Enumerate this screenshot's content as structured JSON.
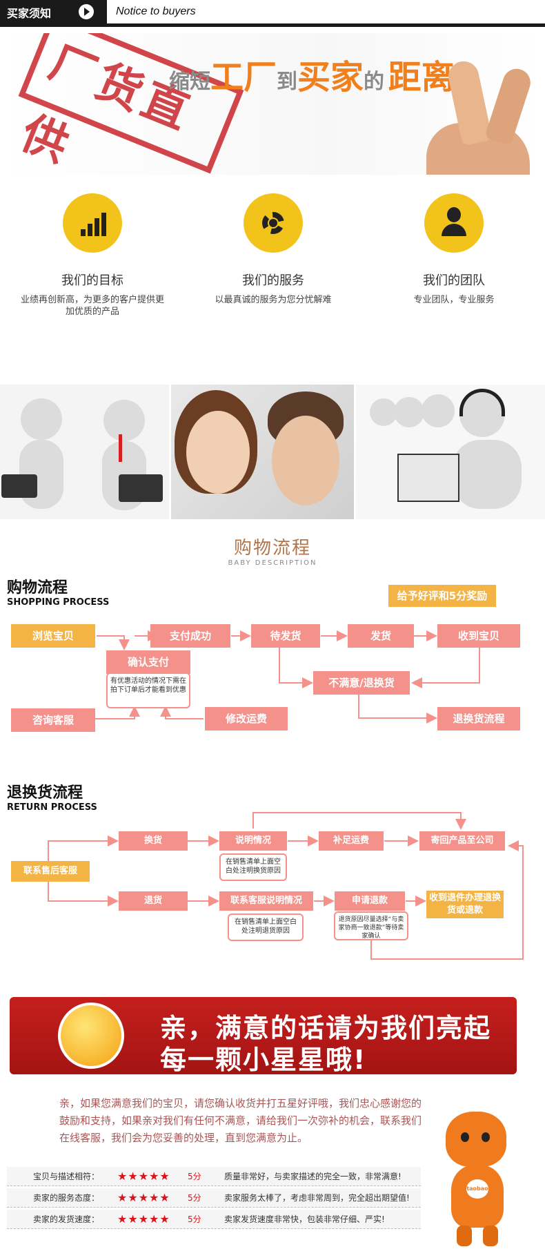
{
  "header": {
    "title": "买家须知",
    "subtitle": "Notice to buyers"
  },
  "banner": {
    "stamp_text": "厂货直供",
    "slogan": [
      "缩短",
      "工厂",
      "到",
      "买家",
      "的",
      "距离"
    ]
  },
  "values": [
    {
      "title": "我们的目标",
      "desc": "业绩再创新高，为更多的客户提供更加优质的产品",
      "icon": "bar-chart-icon"
    },
    {
      "title": "我们的服务",
      "desc": "以最真诚的服务为您分忧解难",
      "icon": "gear-icon"
    },
    {
      "title": "我们的团队",
      "desc": "专业团队，专业服务",
      "icon": "person-icon"
    }
  ],
  "section": {
    "title": "购物流程",
    "subtitle": "BABY DESCRIPTION"
  },
  "shopping": {
    "title": "购物流程",
    "subtitle": "SHOPPING PROCESS",
    "reward": "给予好评和5分奖励",
    "steps": {
      "browse": "浏览宝贝",
      "paid": "支付成功",
      "pending": "待发货",
      "shipped": "发货",
      "received": "收到宝贝",
      "confirm": "确认支付",
      "note": "有优惠活动的情况下需在拍下订单后才能看到优惠",
      "unhappy": "不满意/退换货",
      "consult": "咨询客服",
      "modify": "修改运费",
      "return_flow": "退换货流程"
    }
  },
  "returns": {
    "title": "退换货流程",
    "subtitle": "RETURN PROCESS",
    "contact": "联系售后客服",
    "exchange": "换货",
    "refund": "退货",
    "explain": "说明情况",
    "shipping_fee": "补足运费",
    "send_back": "寄回产品至公司",
    "contact_cs": "联系客服说明情况",
    "apply_refund": "申请退款",
    "receive_return": "收到退件办理退换货或退款",
    "note1": "在销售清单上面空白处注明换货原因",
    "note2": "在销售清单上面空白处注明退货原因",
    "note3": "退货原因尽量选择“与卖家协商一致退款”等待卖家确认"
  },
  "red_banner": {
    "line1": "亲，满意的话请为我们亮起",
    "line2": "每一颗小星星哦!"
  },
  "thanks": "亲，如果您满意我们的宝贝，请您确认收货并打五星好评哦，我们忠心感谢您的鼓励和支持，如果亲对我们有任何不满意，请给我们一次弥补的机会，联系我们在线客服，我们会为您妥善的处理，直到您满意为止。",
  "ratings": [
    {
      "label": "宝贝与描述相符：",
      "stars": "★★★★★",
      "score": "5分",
      "text": "质量非常好，与卖家描述的完全一致，非常满意!"
    },
    {
      "label": "卖家的服务态度：",
      "stars": "★★★★★",
      "score": "5分",
      "text": "卖家服务太棒了，考虑非常周到，完全超出期望值!"
    },
    {
      "label": "卖家的发货速度：",
      "stars": "★★★★★",
      "score": "5分",
      "text": "卖家发货速度非常快，包装非常仔细、严实!"
    }
  ],
  "mascot": {
    "badge": "taobao"
  },
  "colors": {
    "accent": "#f4918a",
    "gold": "#f3b445",
    "red": "#c51f1d",
    "orange": "#f07f1c"
  }
}
